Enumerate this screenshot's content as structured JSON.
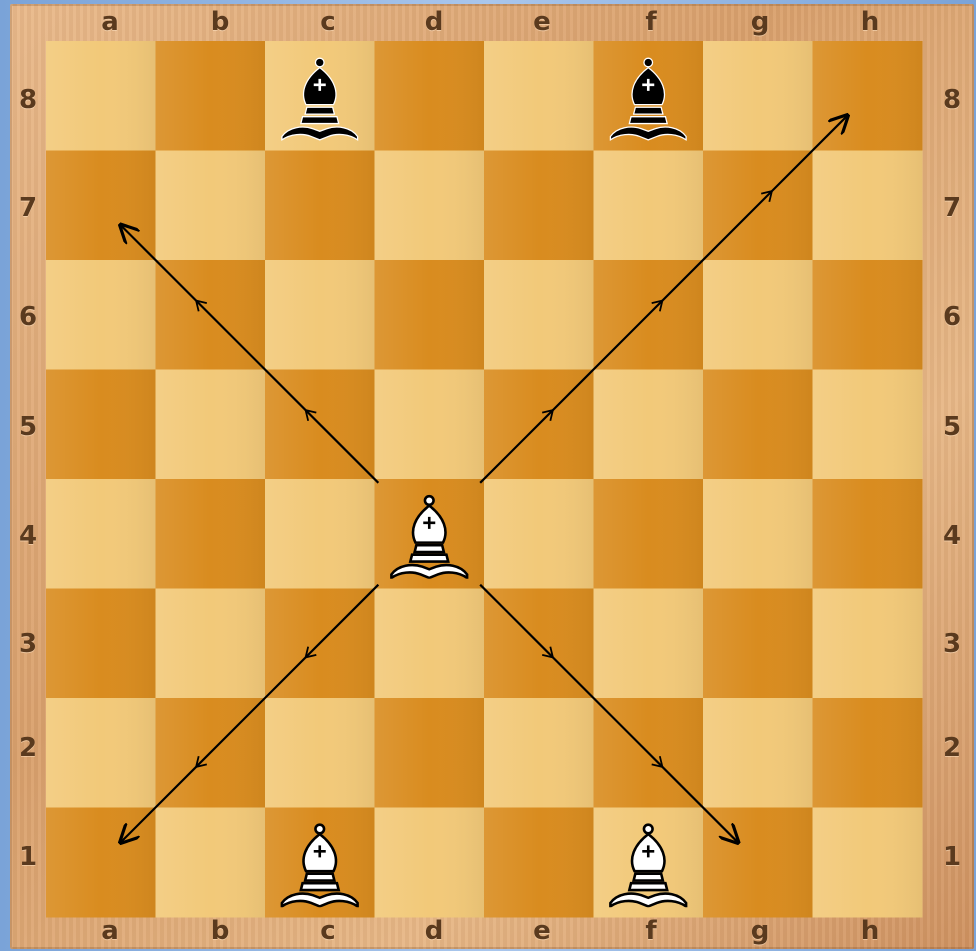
{
  "files": [
    "a",
    "b",
    "c",
    "d",
    "e",
    "f",
    "g",
    "h"
  ],
  "ranks": [
    "8",
    "7",
    "6",
    "5",
    "4",
    "3",
    "2",
    "1"
  ],
  "colors": {
    "light_square": "#f2c979",
    "dark_square": "#d98c1f",
    "arrow": "#000000",
    "white_piece": "#ffffff",
    "black_piece": "#000000"
  },
  "pieces": [
    {
      "square": "c8",
      "color": "black",
      "type": "bishop",
      "icon": "black-bishop-icon"
    },
    {
      "square": "f8",
      "color": "black",
      "type": "bishop",
      "icon": "black-bishop-icon"
    },
    {
      "square": "d4",
      "color": "white",
      "type": "bishop",
      "icon": "white-bishop-icon"
    },
    {
      "square": "c1",
      "color": "white",
      "type": "bishop",
      "icon": "white-bishop-icon"
    },
    {
      "square": "f1",
      "color": "white",
      "type": "bishop",
      "icon": "white-bishop-icon"
    }
  ],
  "arrows": [
    {
      "from": "d4",
      "to": "a7"
    },
    {
      "from": "d4",
      "to": "h8"
    },
    {
      "from": "d4",
      "to": "a1"
    },
    {
      "from": "d4",
      "to": "g1"
    }
  ]
}
